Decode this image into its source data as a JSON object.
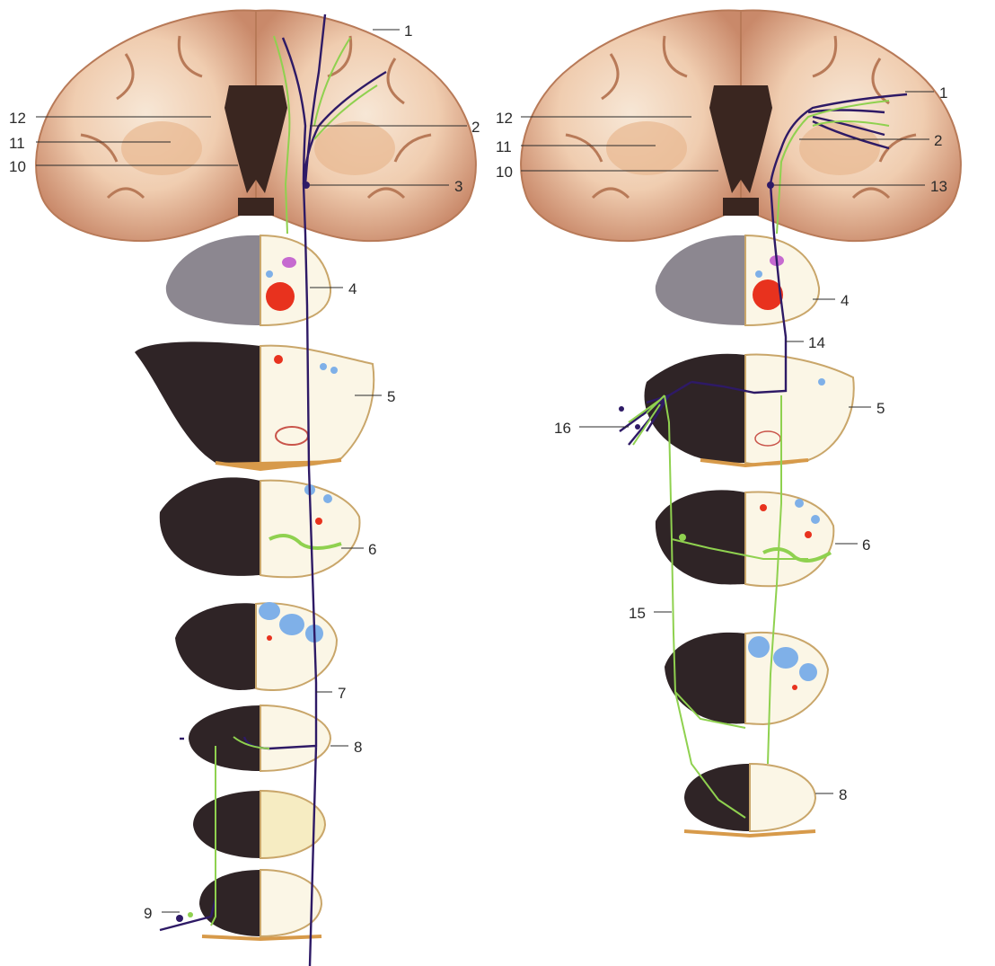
{
  "figure": {
    "labels": {
      "1": "1",
      "2": "2",
      "3": "3",
      "4": "4",
      "5": "5",
      "6": "6",
      "7": "7",
      "8": "8",
      "9": "9",
      "10": "10",
      "11": "11",
      "12": "12",
      "13": "13",
      "14": "14",
      "15": "15",
      "16": "16"
    },
    "colors": {
      "cortex_outer": "#c9896a",
      "cortex_inner": "#f0cdb0",
      "white_matter": "#f7e7d6",
      "ventricle": "#3a2620",
      "stained_tissue": "#2f2426",
      "pathway_purple": "#2e1a66",
      "pathway_green": "#8fd14f",
      "nucleus_red": "#e8321e",
      "nucleus_blue": "#7fb0e8"
    }
  }
}
